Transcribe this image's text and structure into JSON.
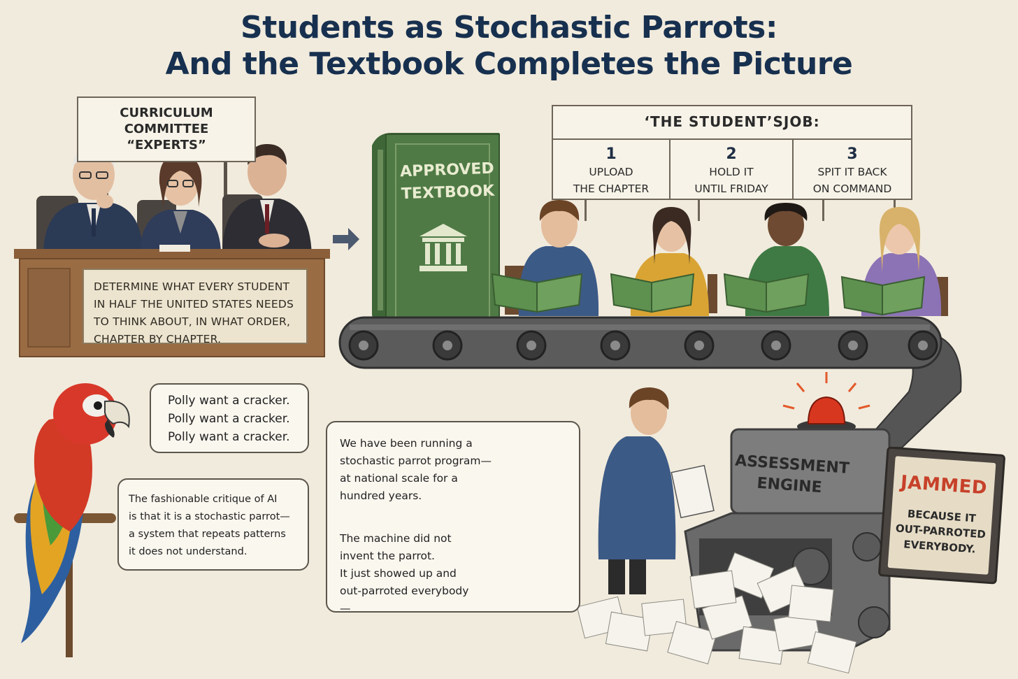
{
  "title": {
    "line1": "Students as Stochastic Parrots:",
    "line2": "And the Textbook Completes the Picture"
  },
  "committee": {
    "sign_line1": "CURRICULUM",
    "sign_line2": "COMMITTEE",
    "sign_line3": "“EXPERTS”",
    "plaque_line1": "DETERMINE WHAT EVERY STUDENT",
    "plaque_line2": "IN HALF THE UNITED STATES NEEDS",
    "plaque_line3": "TO THINK ABOUT, IN WHAT ORDER,",
    "plaque_line4": "CHAPTER BY CHAPTER."
  },
  "textbook": {
    "line1": "APPROVED",
    "line2": "TEXTBOOK"
  },
  "job": {
    "title": "‘THE STUDENT’SJOB:",
    "steps": [
      {
        "num": "1",
        "line1": "UPLOAD",
        "line2": "THE CHAPTER"
      },
      {
        "num": "2",
        "line1": "HOLD IT",
        "line2": "UNTIL FRIDAY"
      },
      {
        "num": "3",
        "line1": "SPIT IT BACK",
        "line2": "ON COMMAND"
      }
    ]
  },
  "parrot": {
    "speech": [
      "Polly want a cracker.",
      "Polly want a cracker.",
      "Polly want a cracker."
    ],
    "critique": [
      "The fashionable critique of AI",
      "is that it is a stochastic parrot—",
      "a system that repeats patterns",
      "it does not understand."
    ]
  },
  "program": {
    "top": [
      "We have been running a",
      "stochastic parrot program—",
      "at national scale for a",
      "hundred years."
    ],
    "bottom": [
      "The machine did not",
      "invent the parrot.",
      "It just showed up and",
      "out-parroted everybody—"
    ]
  },
  "engine": {
    "line1": "ASSESSMENT",
    "line2": "ENGINE"
  },
  "jammed": {
    "word": "JAMMED",
    "line1": "BECAUSE IT",
    "line2": "OUT-PARROTED",
    "line3": "EVERYBODY."
  },
  "colors": {
    "title": "#17304f",
    "book": "#4f7a45",
    "conveyor": "#4a4a4a",
    "alarm": "#d8371f",
    "jammed": "#c7412a"
  }
}
